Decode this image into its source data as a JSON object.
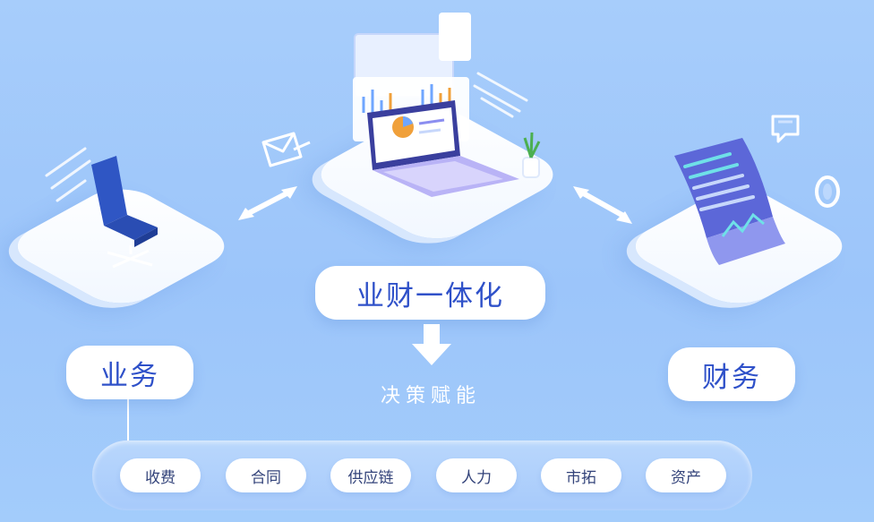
{
  "center": {
    "title": "业财一体化",
    "subtitle": "决策赋能"
  },
  "left": {
    "label": "业务"
  },
  "right": {
    "label": "财务"
  },
  "modules": [
    "收费",
    "合同",
    "供应链",
    "人力",
    "市拓",
    "资产"
  ],
  "colors": {
    "accent": "#2f51c9",
    "background": "#a7cdfb",
    "chair": "#2a4db3",
    "laptop": "#7a6ee8"
  },
  "icons": [
    "chair-icon",
    "laptop-icon",
    "document-icon",
    "envelope-icon",
    "plant-icon",
    "chat-bubble-icon",
    "arrow-down-icon",
    "double-arrow-icon"
  ]
}
